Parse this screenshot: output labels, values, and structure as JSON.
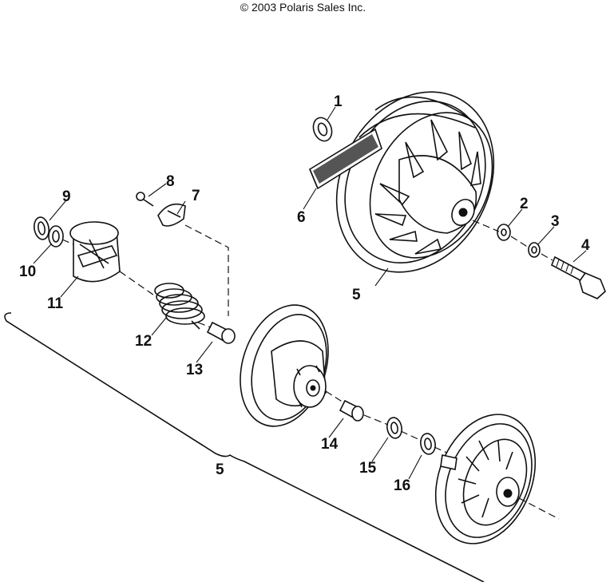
{
  "copyright": "© 2003 Polaris Sales Inc.",
  "callouts": {
    "p1": "1",
    "p2": "2",
    "p3": "3",
    "p4": "4",
    "p5_drive": "5",
    "p6": "6",
    "p7": "7",
    "p8": "8",
    "p9": "9",
    "p10": "10",
    "p11": "11",
    "p12": "12",
    "p13": "13",
    "p14": "14",
    "p15": "15",
    "p16": "16",
    "p5_assembly": "5"
  }
}
